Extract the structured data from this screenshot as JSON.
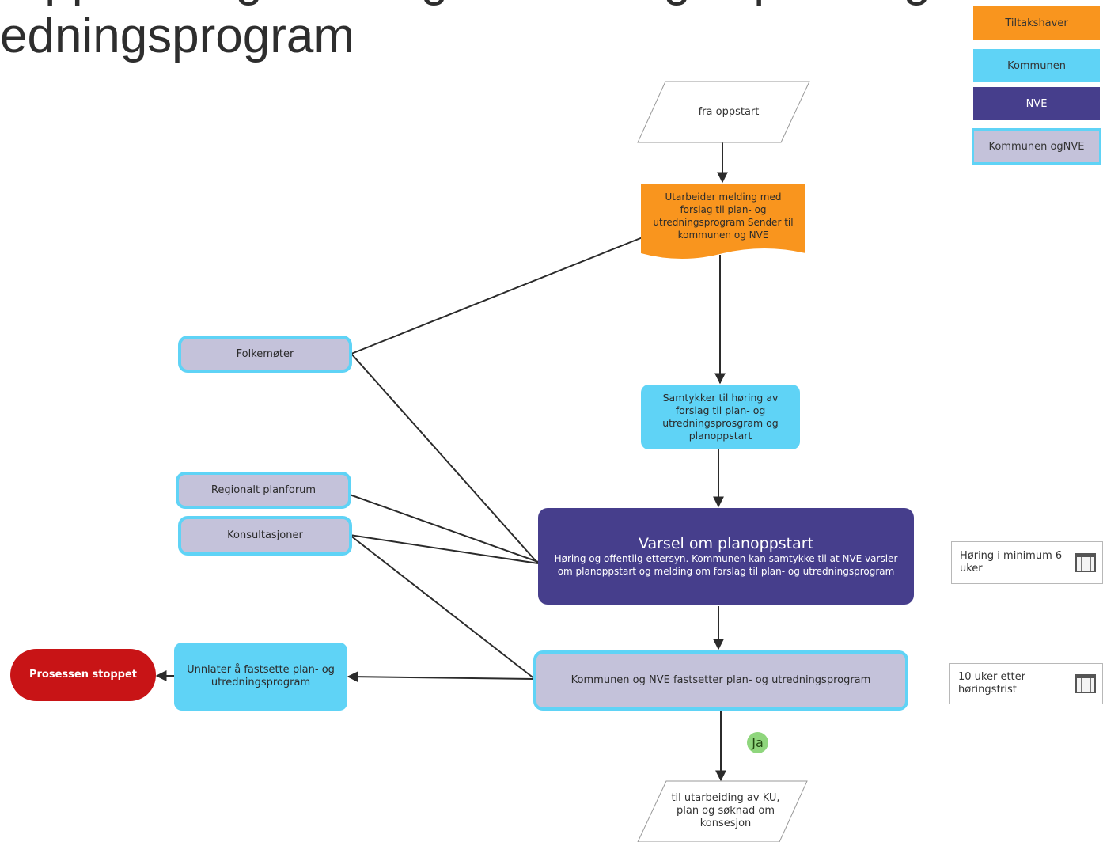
{
  "title": {
    "line1": "Oppstart og melding om forslag til plan- og",
    "line2": "edningsprogram"
  },
  "legend": {
    "items": [
      {
        "label": "Tiltakshaver",
        "color": "#f9951e"
      },
      {
        "label": "Kommunen",
        "color": "#5fd3f6"
      },
      {
        "label": "NVE",
        "color": "#463e8c"
      },
      {
        "label": "Kommunen ogNVE",
        "color": "#c4c2da"
      }
    ]
  },
  "nodes": {
    "start": "fra oppstart",
    "melding": "Utarbeider melding med forslag til plan- og utredningsprogram Sender til kommunen og NVE",
    "samtykker": "Samtykker til høring av forslag til plan- og utredningsprosgram og planoppstart",
    "varsel_title": "Varsel om planoppstart",
    "varsel_body": "Høring og offentlig ettersyn. Kommunen kan samtykke til at NVE varsler om planoppstart og melding om forslag til plan- og utredningsprogram",
    "fastsetter": "Kommunen og NVE fastsetter plan- og utredningsprogram",
    "unnlater": "Unnlater å fastsette plan- og utredningsprogram",
    "stoppet": "Prosessen stoppet",
    "end": "til utarbeiding av KU, plan og søknad om konsesjon",
    "folkemoter": "Folkemøter",
    "regionalt": "Regionalt planforum",
    "konsultasjoner": "Konsultasjoner",
    "ja": "Ja"
  },
  "notes": {
    "horing": "Høring i minimum 6 uker",
    "frist": "10 uker etter høringsfrist"
  },
  "icons": {
    "calendar": "calendar-icon"
  }
}
